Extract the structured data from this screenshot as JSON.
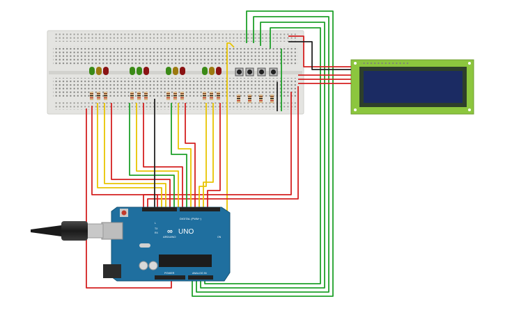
{
  "arduino": {
    "brand": "ARDUINO",
    "model": "UNO",
    "digital_label": "DIGITAL (PWM~)",
    "power_label": "POWER",
    "analog_label": "ANALOG IN",
    "tx_label": "TX",
    "rx_label": "RX",
    "l_label": "L",
    "on_label": "ON"
  },
  "colors": {
    "board_blue": "#1f6f9f",
    "breadboard": "#e3e3e0",
    "lcd_green": "#8cc63e",
    "lcd_screen": "#1b2b63",
    "wire_red": "#d42020",
    "wire_green": "#1fa02a",
    "wire_yellow": "#e8c400",
    "wire_black": "#222222",
    "led_green": "#3b8a17",
    "led_yellow": "#9c7a0f",
    "led_red": "#8a1313"
  },
  "led_groups": [
    {
      "leds": [
        "green",
        "yellow",
        "red"
      ]
    },
    {
      "leds": [
        "green",
        "green",
        "red"
      ]
    },
    {
      "leds": [
        "green",
        "yellow",
        "red"
      ]
    },
    {
      "leds": [
        "green",
        "yellow",
        "red"
      ]
    }
  ],
  "buttons": 4,
  "lcd": {
    "type": "16x2 LCD"
  }
}
